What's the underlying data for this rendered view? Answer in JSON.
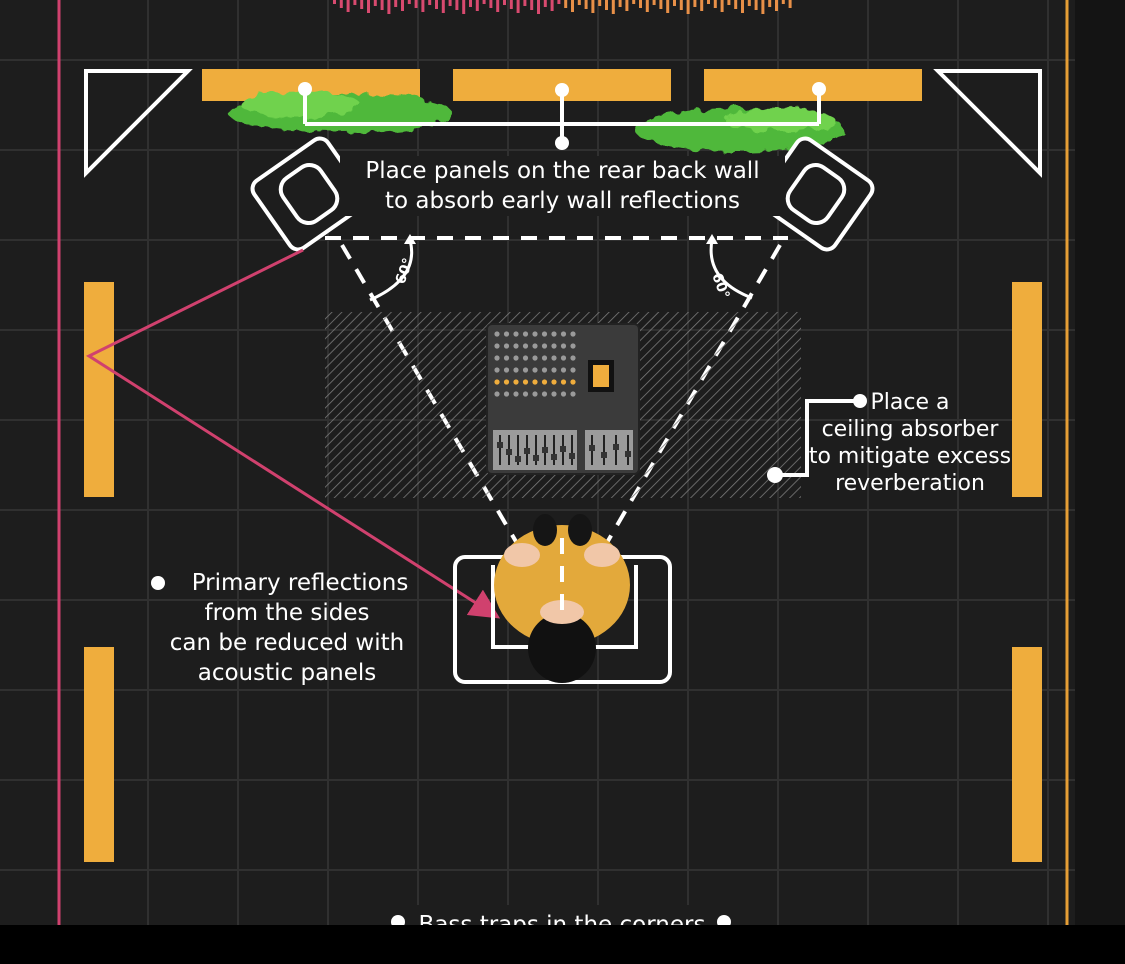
{
  "labels": {
    "rear_wall": [
      "Place panels on the rear back wall",
      "to absorb early wall reflections"
    ],
    "ceiling": [
      "Place a",
      "ceiling absorber",
      "to mitigate excess",
      "reverberation"
    ],
    "side": [
      "Primary reflections",
      "from the sides",
      "can be reduced with",
      "acoustic panels"
    ],
    "bass": "Bass traps in the corners",
    "angle_left": "60°",
    "angle_right": "60°"
  },
  "colors": {
    "background": "#1d1d1d",
    "grid": "#303030",
    "panel": "#efad3d",
    "wall_left": "#d0416e",
    "wall_right": "#e69e35",
    "foliage": "#4fb83a",
    "line": "#ffffff"
  },
  "icons": [
    "speaker-left-icon",
    "speaker-right-icon",
    "mixing-console-icon",
    "listener-icon",
    "chair-icon",
    "plant-left-icon",
    "plant-right-icon"
  ]
}
